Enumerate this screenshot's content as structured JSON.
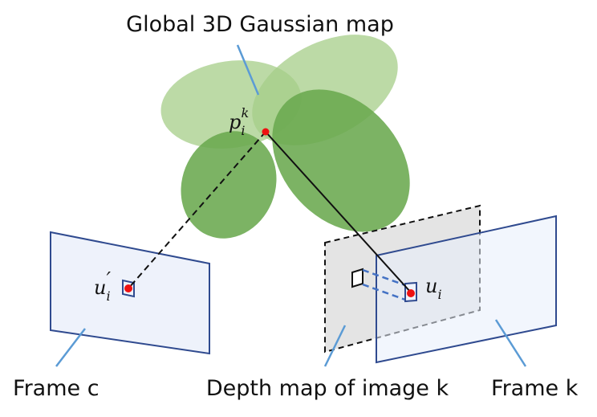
{
  "labels": {
    "title": "Global 3D Gaussian map",
    "frame_c": "Frame c",
    "depth_map": "Depth map of image k",
    "frame_k": "Frame k"
  },
  "math": {
    "p_base": "p",
    "p_sub": "i",
    "p_sup": "k",
    "uprime_base": "u",
    "uprime_prime": "′",
    "uprime_sub": "i",
    "u_base": "u",
    "u_sub": "i"
  },
  "colors": {
    "gaussian_light": "#b7d7a0",
    "gaussian_dark": "#7cb45b",
    "frame_fill": "#eef2fb",
    "frame_stroke": "#2f4a8f",
    "depth_fill": "#e6e6e6",
    "leader": "#5b9bd5",
    "point": "#ee1111"
  }
}
